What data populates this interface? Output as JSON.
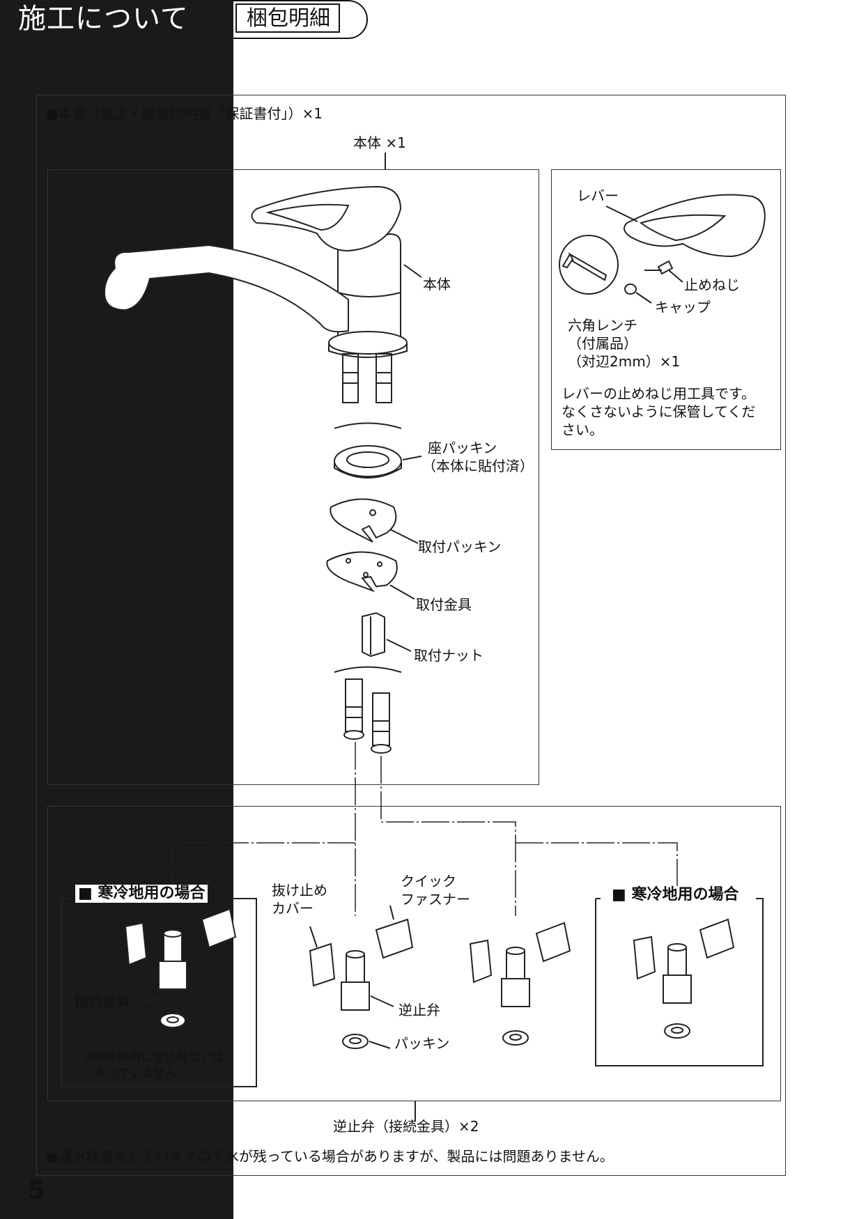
{
  "header": {
    "title": "施工について",
    "subtitle": "梱包明細"
  },
  "notes": {
    "manual": "●本書（施工・取扱説明書「保証書付」）×1",
    "water_test": "●通水検査をしていますので水が残っている場合がありますが、製品には問題ありません。"
  },
  "main_unit": {
    "caption": "本体 ×1",
    "labels": {
      "body": "本体",
      "seat_packing_line1": "座パッキン",
      "seat_packing_line2": "（本体に貼付済）",
      "mount_packing": "取付パッキン",
      "mount_bracket": "取付金具",
      "mount_nut": "取付ナット"
    }
  },
  "lever_box": {
    "lever": "レバー",
    "set_screw": "止めねじ",
    "cap": "キャップ",
    "hex_wrench_line1": "六角レンチ",
    "hex_wrench_line2": "（付属品）",
    "hex_wrench_line3": "（対辺2mm）×1",
    "note_line1": "レバーの止めねじ用工具です。",
    "note_line2": "なくさないように保管してくだ",
    "note_line3": "さい。"
  },
  "valve_section": {
    "caption": "逆止弁（接続金具）×2",
    "cold_region_left": "■ 寒冷地用の場合",
    "cold_region_right": "■ 寒冷地用の場合",
    "retainer_cover_line1": "抜け止め",
    "retainer_cover_line2": "カバー",
    "quick_fastener_line1": "クイック",
    "quick_fastener_line2": "ファスナー",
    "fitting": "接続金具",
    "check_valve": "逆止弁",
    "packing": "パッキン",
    "cold_note_line1": "※寒冷地用に逆止弁コアは",
    "cold_note_line2": "入っていません。"
  },
  "page_number": "5"
}
